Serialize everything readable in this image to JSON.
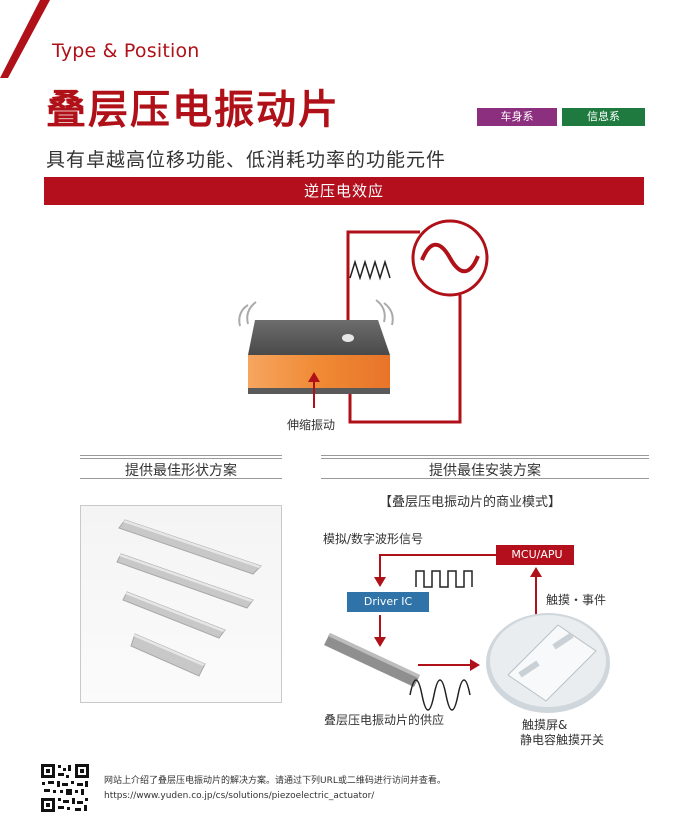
{
  "header": {
    "type_title": "Type & Position",
    "main_title": "叠层压电振动片",
    "tags": [
      "车身系",
      "信息系"
    ],
    "subtitle": "具有卓越高位移功能、低消耗功率的功能元件",
    "banner": "逆压电效应"
  },
  "diagram_top": {
    "vibration_label": "伸缩振动"
  },
  "left_section": {
    "title": "提供最佳形状方案"
  },
  "right_section": {
    "title": "提供最佳安装方案",
    "subtitle": "【叠层压电振动片的商业模式】",
    "signal_label": "模拟/数字波形信号",
    "mcu_label": "MCU/APU",
    "driver_label": "Driver IC",
    "touch_event_label": "触摸・事件",
    "supply_label": "叠层压电振动片的供应",
    "touch_screen_label_line1": "触摸屏&",
    "touch_screen_label_line2": "静电容触摸开关"
  },
  "footer": {
    "text": "网站上介绍了叠层压电振动片的解决方案。请通过下列URL或二维码进行访问并查看。",
    "url": "https://www.yuden.co.jp/cs/solutions/piezoelectric_actuator/"
  },
  "colors": {
    "brand_red": "#b01018",
    "tag_purple": "#8c2f7e",
    "tag_green": "#1f7a40",
    "mcu_red": "#b30f1d",
    "driver_blue": "#2f73a8"
  }
}
